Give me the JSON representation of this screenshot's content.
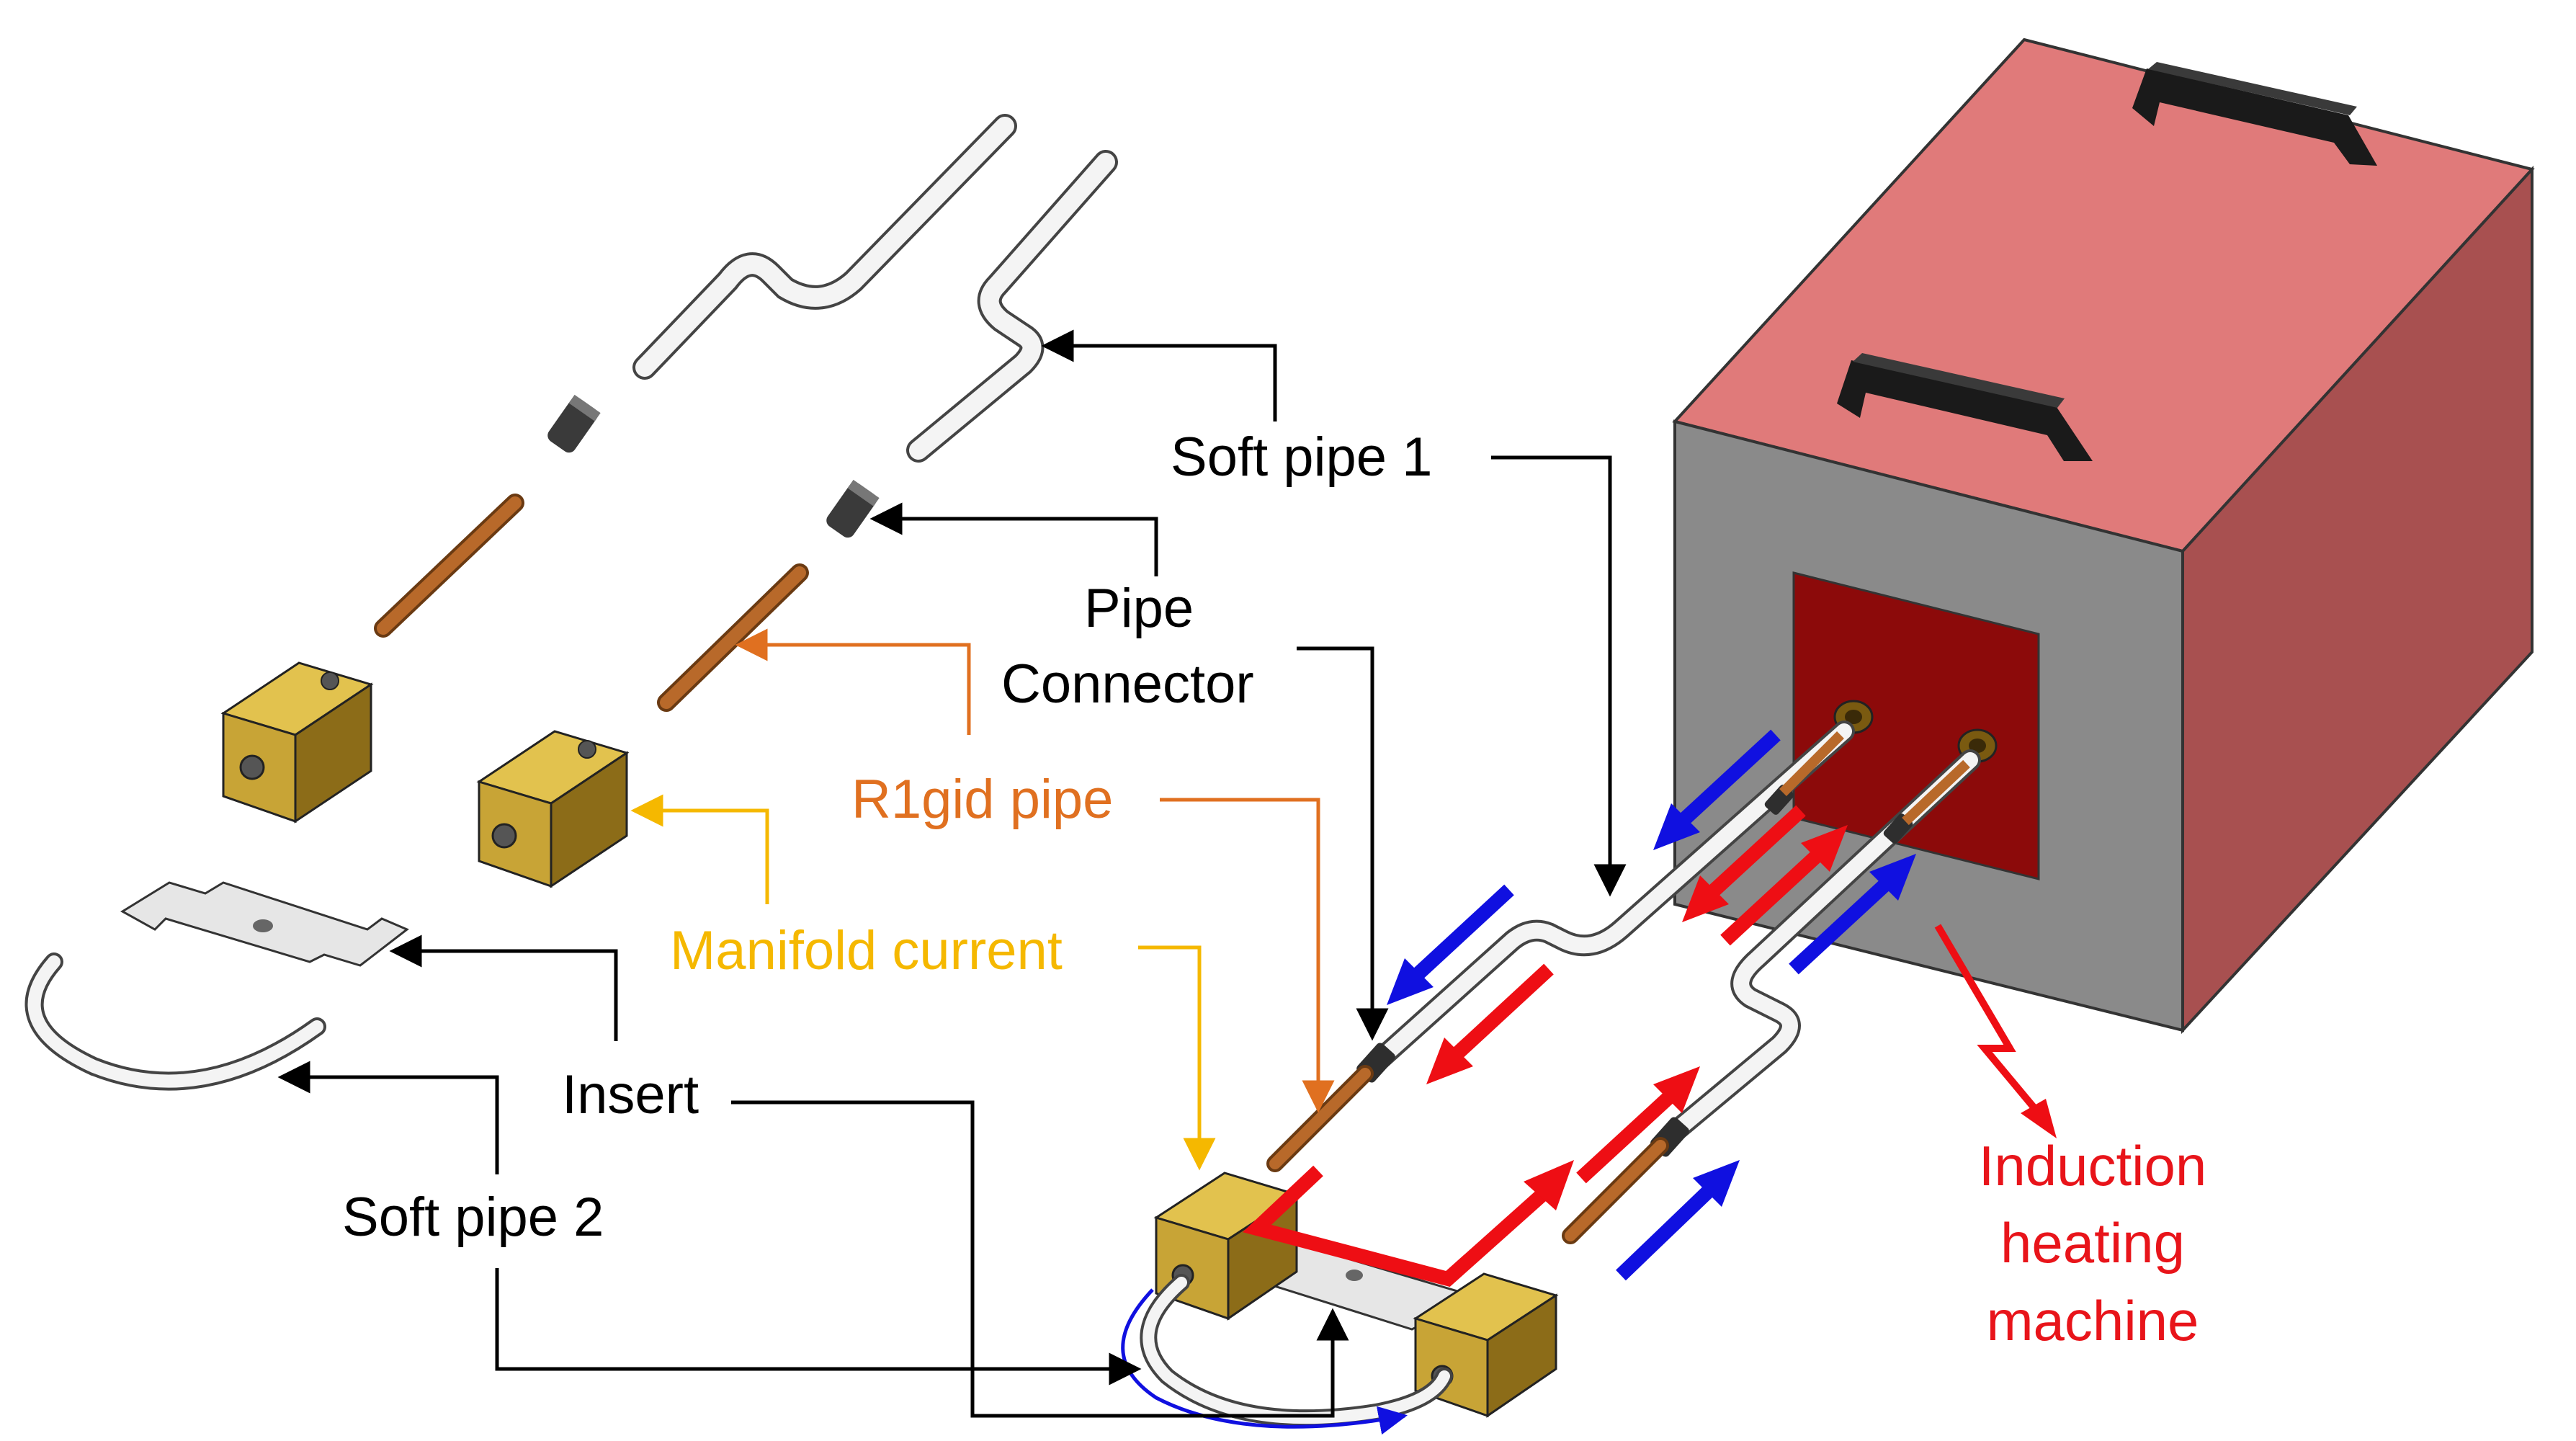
{
  "labels": {
    "soft_pipe_1": "Soft pipe 1",
    "pipe_connector_line1": "Pipe",
    "pipe_connector_line2": "Connector",
    "rigid_pipe": "R1gid pipe",
    "manifold_current": "Manifold current",
    "insert": "Insert",
    "soft_pipe_2": "Soft pipe 2",
    "induction_line1": "Induction",
    "induction_line2": "heating",
    "induction_line3": "machine"
  },
  "colors": {
    "label_default": "#000000",
    "rigid_pipe_label": "#E07020",
    "manifold_label": "#F5B800",
    "induction_label": "#E8141A",
    "flow_hot": "#EE0E14",
    "flow_cold": "#1010E0",
    "machine_top": "#E07A7A",
    "machine_side": "#A85050",
    "machine_front": "#8A8A8A",
    "machine_window": "#8C0A0A",
    "brass_block": "#C8A436",
    "rigid_pipe_copper": "#B8692A"
  },
  "icons": {
    "handle": "machine-handle-icon",
    "arrow_hot": "hot-flow-arrow-icon",
    "arrow_cold": "cold-flow-arrow-icon",
    "lightning": "induction-lightning-icon"
  }
}
